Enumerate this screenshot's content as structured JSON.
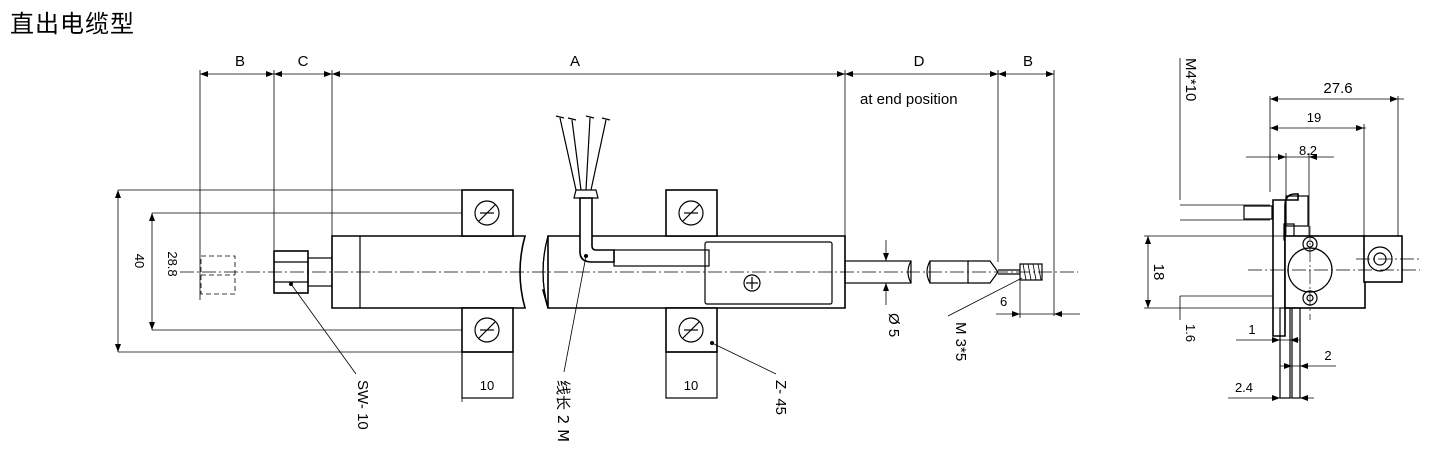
{
  "title": "直出电缆型",
  "dims": {
    "B_left": "B",
    "C": "C",
    "A": "A",
    "D": "D",
    "B_right": "B",
    "at_end": "at end position",
    "h40": "40",
    "h28_8": "28.8",
    "clamp_w1": "10",
    "clamp_w2": "10",
    "dia5": "Ø 5",
    "six": "6",
    "m3x5": "M 3*5",
    "sw10": "SW- 10",
    "cable_len": "线长 2 M",
    "z45": "Z- 45",
    "m4x10": "M4*10",
    "d27_6": "27.6",
    "d19": "19",
    "d8_2": "8.2",
    "d18": "18",
    "d1_6": "1.6",
    "d1": "1",
    "d2": "2",
    "d2_4": "2.4"
  }
}
